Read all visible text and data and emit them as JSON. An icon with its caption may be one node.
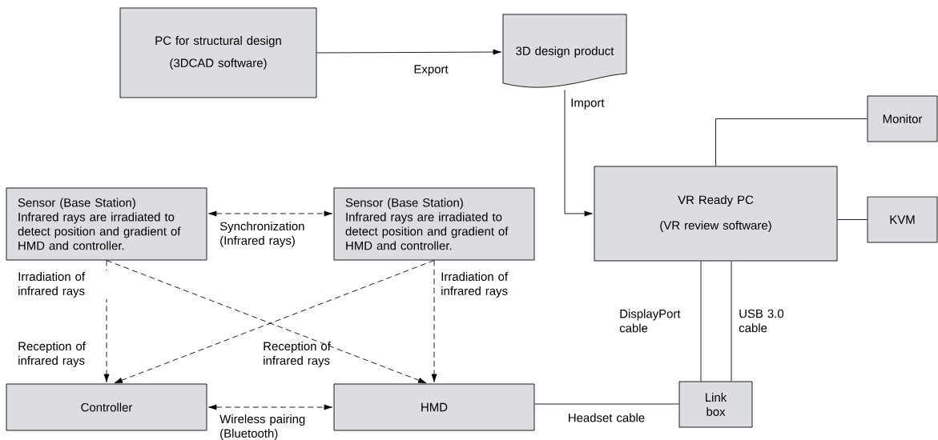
{
  "diagram": {
    "nodes": [
      {
        "text": [
          "PC for structural design",
          "(3DCAD software)"
        ]
      },
      {
        "text": [
          "3D design product"
        ]
      },
      {
        "text": [
          "Monitor"
        ]
      },
      {
        "text": [
          "Sensor (Base Station)",
          "Infrared rays are irradiated to detect position and gradient of HMD and controller."
        ]
      },
      {
        "text": [
          "Sensor (Base Station)",
          "Infrared rays are irradiated to detect position and gradient of HMD and controller."
        ]
      },
      {
        "text": [
          "VR Ready PC",
          "(VR review software)"
        ]
      },
      {
        "text": [
          "KVM"
        ]
      },
      {
        "text": [
          "Controller"
        ]
      },
      {
        "text": [
          "HMD"
        ]
      },
      {
        "text": [
          "Link box"
        ]
      }
    ],
    "edges": [
      {
        "from": 0,
        "to": 1,
        "arrow": "to",
        "label": "Export"
      },
      {
        "from": 1,
        "to": 5,
        "arrow": "to",
        "label": "Import"
      },
      {
        "from": 5,
        "to": 2,
        "arrow": "none"
      },
      {
        "from": 5,
        "to": 6,
        "arrow": "none"
      },
      {
        "from": 3,
        "to": 4,
        "arrow": "both",
        "style": "dashed",
        "label": "Synchronization (Infrared rays)"
      },
      {
        "from": 3,
        "to": 7,
        "arrow": "to",
        "style": "dashed",
        "label": "Irradiation of infrared rays"
      },
      {
        "from": 3,
        "to": 8,
        "arrow": "to",
        "style": "dashed"
      },
      {
        "from": 4,
        "to": 7,
        "arrow": "to",
        "style": "dashed"
      },
      {
        "from": 4,
        "to": 8,
        "arrow": "to",
        "style": "dashed",
        "label": "Irradiation of infrared rays"
      },
      {
        "from": 7,
        "to": 8,
        "arrow": "both",
        "style": "dashed",
        "label": "Wireless pairing (Bluetooth)"
      },
      {
        "from": 5,
        "to": 9,
        "arrow": "none",
        "label": "DisplayPort cable"
      },
      {
        "from": 5,
        "to": 9,
        "arrow": "none",
        "label": "USB 3.0 cable"
      },
      {
        "from": 8,
        "to": 9,
        "arrow": "none",
        "label": "Headset cable"
      }
    ],
    "labels": [
      "Reception of infrared rays",
      "Reception of infrared rays"
    ]
  }
}
